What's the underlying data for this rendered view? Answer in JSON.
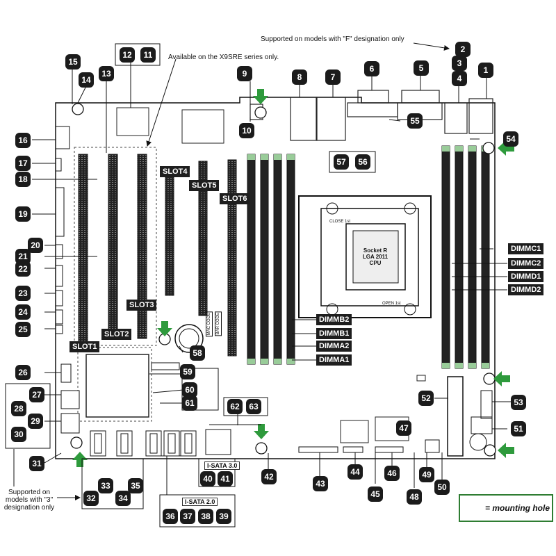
{
  "notes": {
    "f_designation": "Supported on models with \"F\" designation only",
    "x9sre": "Available on the X9SRE series only.",
    "supported_on": "Supported on",
    "models_with_3": "models with \"3\"",
    "designation_only": "designation only"
  },
  "cpu": {
    "line1": "Socket R",
    "line2": "LGA 2011",
    "line3": "CPU",
    "close": "CLOSE 1st",
    "open": "OPEN 1st"
  },
  "slots": [
    "SLOT1",
    "SLOT2",
    "SLOT3",
    "SLOT4",
    "SLOT5",
    "SLOT6"
  ],
  "dimms": [
    "DIMMC1",
    "DIMMC2",
    "DIMMD1",
    "DIMMD2",
    "DIMMB2",
    "DIMMB1",
    "DIMMA2",
    "DIMMA1"
  ],
  "sata": {
    "sata3": "I-SATA 3.0",
    "sata2": "I-SATA 2.0"
  },
  "mac": {
    "a": "MAC CODE",
    "b": "BAR CODE"
  },
  "legend": {
    "text": "= mounting hole"
  },
  "callouts": [
    "1",
    "2",
    "3",
    "4",
    "5",
    "6",
    "7",
    "8",
    "9",
    "10",
    "11",
    "12",
    "13",
    "14",
    "15",
    "16",
    "17",
    "18",
    "19",
    "20",
    "21",
    "22",
    "23",
    "24",
    "25",
    "26",
    "27",
    "28",
    "29",
    "30",
    "31",
    "32",
    "33",
    "34",
    "35",
    "36",
    "37",
    "38",
    "39",
    "40",
    "41",
    "42",
    "43",
    "44",
    "45",
    "46",
    "47",
    "48",
    "49",
    "50",
    "51",
    "52",
    "53",
    "54",
    "55",
    "56",
    "57",
    "58",
    "59",
    "60",
    "61",
    "62",
    "63"
  ]
}
